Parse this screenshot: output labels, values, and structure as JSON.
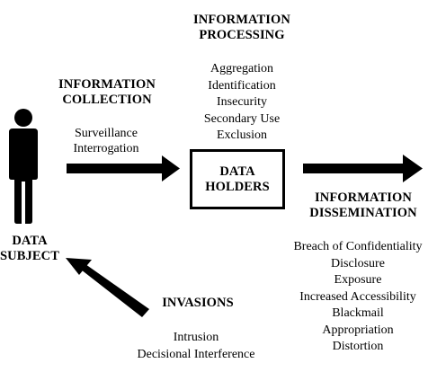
{
  "processing": {
    "heading_line1": "INFORMATION",
    "heading_line2": "PROCESSING",
    "items": [
      "Aggregation",
      "Identification",
      "Insecurity",
      "Secondary Use",
      "Exclusion"
    ]
  },
  "collection": {
    "heading_line1": "INFORMATION",
    "heading_line2": "COLLECTION",
    "items": [
      "Surveillance",
      "Interrogation"
    ]
  },
  "holders": {
    "line1": "DATA",
    "line2": "HOLDERS"
  },
  "dissemination": {
    "heading_line1": "INFORMATION",
    "heading_line2": "DISSEMINATION",
    "items": [
      "Breach of Confidentiality",
      "Disclosure",
      "Exposure",
      "Increased Accessibility",
      "Blackmail",
      "Appropriation",
      "Distortion"
    ]
  },
  "subject": {
    "line1": "DATA",
    "line2": "SUBJECT"
  },
  "invasions": {
    "heading": "INVASIONS",
    "items": [
      "Intrusion",
      "Decisional Interference"
    ]
  },
  "colors": {
    "ink": "#000000",
    "background": "#ffffff"
  }
}
